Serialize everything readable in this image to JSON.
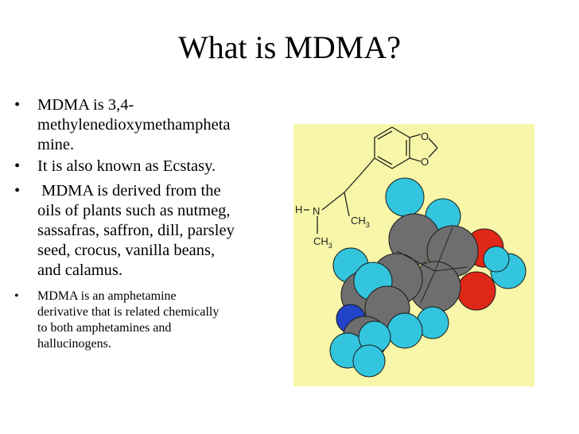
{
  "slide": {
    "title": "What is MDMA?"
  },
  "bullets": [
    {
      "marker": "•",
      "text": "MDMA is 3,4-methylenedioxymethamphetamine."
    },
    {
      "marker": "•",
      "text": "It is also known as Ecstasy."
    },
    {
      "marker": "•",
      "text": " MDMA is derived from the oils of plants such as nutmeg, sassafras, saffron, dill, parsley seed, crocus, vanilla beans, and calamus."
    },
    {
      "marker": "•",
      "text": "MDMA is an amphetamine derivative that is related chemically to both amphetamines and hallucinogens."
    }
  ],
  "molecule": {
    "atom_labels": {
      "o_top": "O",
      "o_bottom": "O",
      "h": "H",
      "n": "N",
      "ch3_side": "CH",
      "ch3_side_sub": "3",
      "ch3_bottom": "CH",
      "ch3_bottom_sub": "3"
    },
    "colors": {
      "background": "#f8f6a8",
      "carbon": "#6e6e6e",
      "hydrogen": "#33c5de",
      "oxygen": "#e02818",
      "nitrogen": "#2244c8"
    }
  }
}
